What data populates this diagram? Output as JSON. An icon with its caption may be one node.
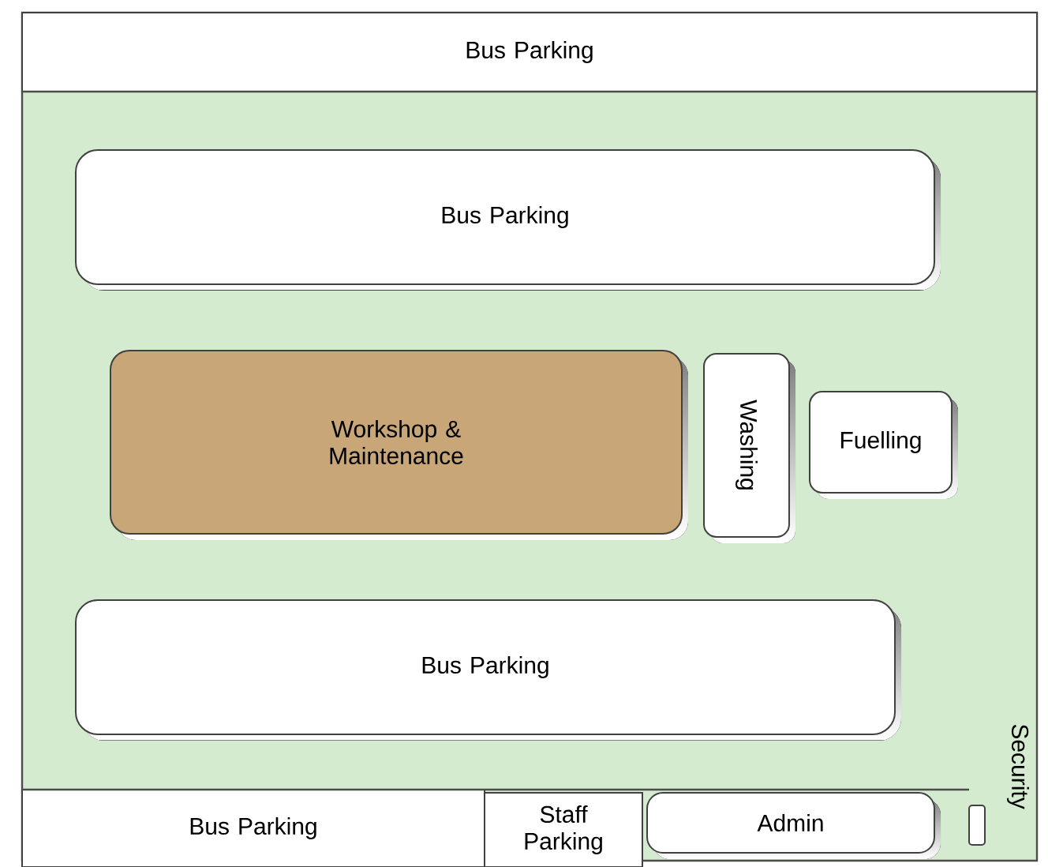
{
  "diagram": {
    "nodes": [
      {
        "text": [
          "Bus Parking"
        ]
      },
      {
        "text": [
          "Bus Parking"
        ]
      },
      {
        "text": [
          "Workshop & Maintenance"
        ]
      },
      {
        "text": [
          "Washing"
        ]
      },
      {
        "text": [
          "Fuelling"
        ]
      },
      {
        "text": [
          "Bus Parking"
        ]
      },
      {
        "text": [
          "Bus Parking"
        ]
      },
      {
        "text": [
          "Staff Parking"
        ]
      },
      {
        "text": [
          "Admin"
        ]
      },
      {
        "text": [],
        "shape": "box",
        "beside": [
          "Security"
        ]
      }
    ]
  }
}
